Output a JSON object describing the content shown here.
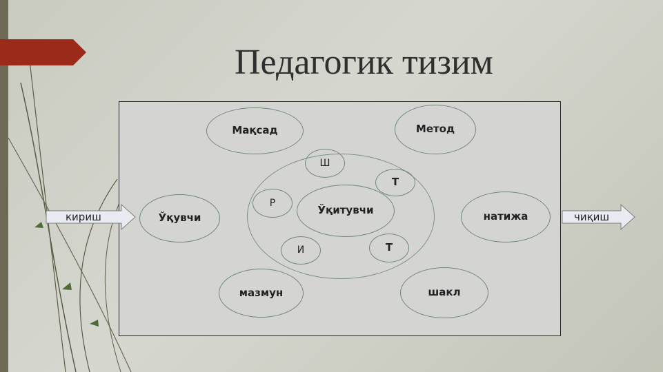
{
  "slide": {
    "title": "Педагогик тизим"
  },
  "diagram": {
    "input_label": "кириш",
    "output_label": "чиқиш",
    "nodes": {
      "maqsad": "Мақсад",
      "metod": "Метод",
      "uquvchi": "Ўқувчи",
      "natija": "натижа",
      "mazmun": "мазмун",
      "shakl": "шакл",
      "uqituvchi": "Ўқитувчи",
      "sh": "Ш",
      "t_top": "Т",
      "r": "Р",
      "i": "И",
      "t_bottom": "Т"
    }
  },
  "colors": {
    "accent_flag": "#9c2a19",
    "diagram_fill": "#d4d4d3",
    "ellipse_stroke": "#6f8a78"
  }
}
